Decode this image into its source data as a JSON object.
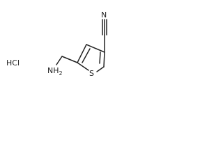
{
  "molecule": {
    "atoms": {
      "nitrogen_nitrile": "N",
      "sulfur": "S",
      "amine": "NH",
      "amine_subscript": "2"
    },
    "salt": "HCl"
  },
  "colors": {
    "ink": "#222222",
    "background": "#ffffff"
  }
}
